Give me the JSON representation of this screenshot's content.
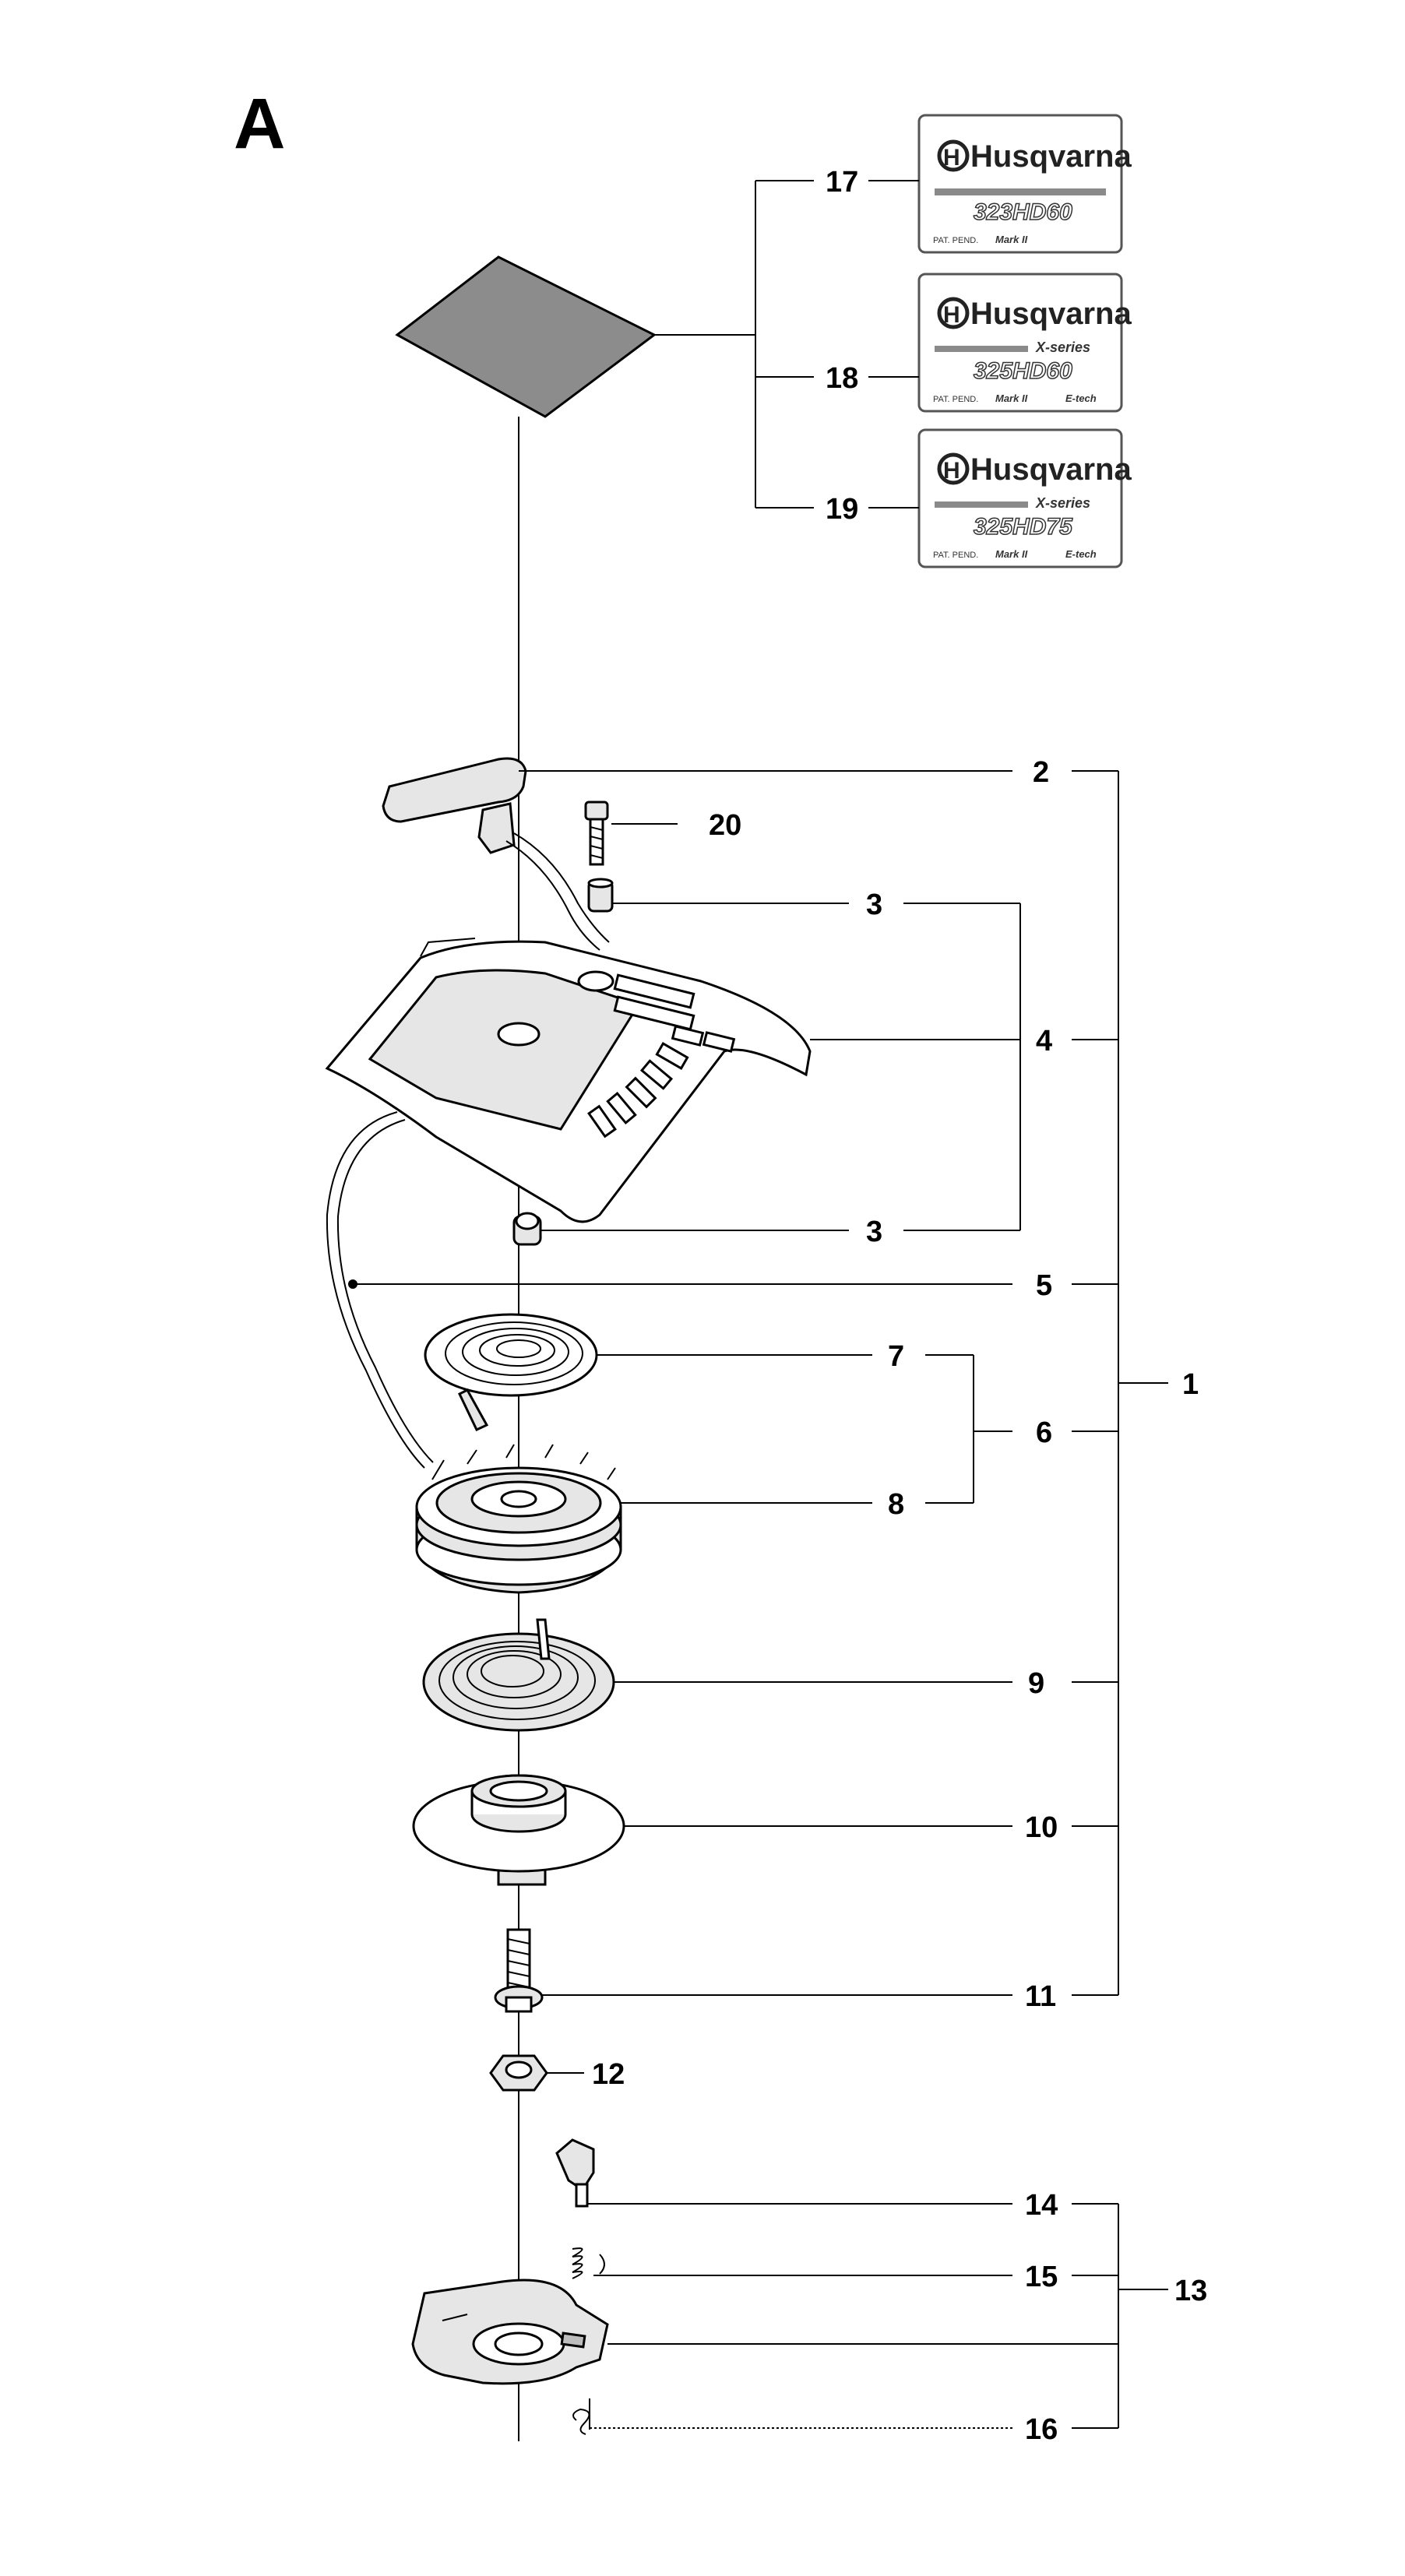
{
  "section_letter": "A",
  "decals": [
    {
      "brand": "Husqvarna",
      "series": "",
      "model": "323HD60",
      "pat": "PAT. PEND.",
      "mark": "Mark II",
      "etech": ""
    },
    {
      "brand": "Husqvarna",
      "series": "X-series",
      "model": "325HD60",
      "pat": "PAT. PEND.",
      "mark": "Mark II",
      "etech": "E-tech"
    },
    {
      "brand": "Husqvarna",
      "series": "X-series",
      "model": "325HD75",
      "pat": "PAT. PEND.",
      "mark": "Mark II",
      "etech": "E-tech"
    }
  ],
  "callouts": {
    "n1": "1",
    "n2": "2",
    "n3a": "3",
    "n3b": "3",
    "n4": "4",
    "n5": "5",
    "n6": "6",
    "n7": "7",
    "n8": "8",
    "n9": "9",
    "n10": "10",
    "n11": "11",
    "n12": "12",
    "n13": "13",
    "n14": "14",
    "n15": "15",
    "n16": "16",
    "n17": "17",
    "n18": "18",
    "n19": "19",
    "n20": "20"
  }
}
